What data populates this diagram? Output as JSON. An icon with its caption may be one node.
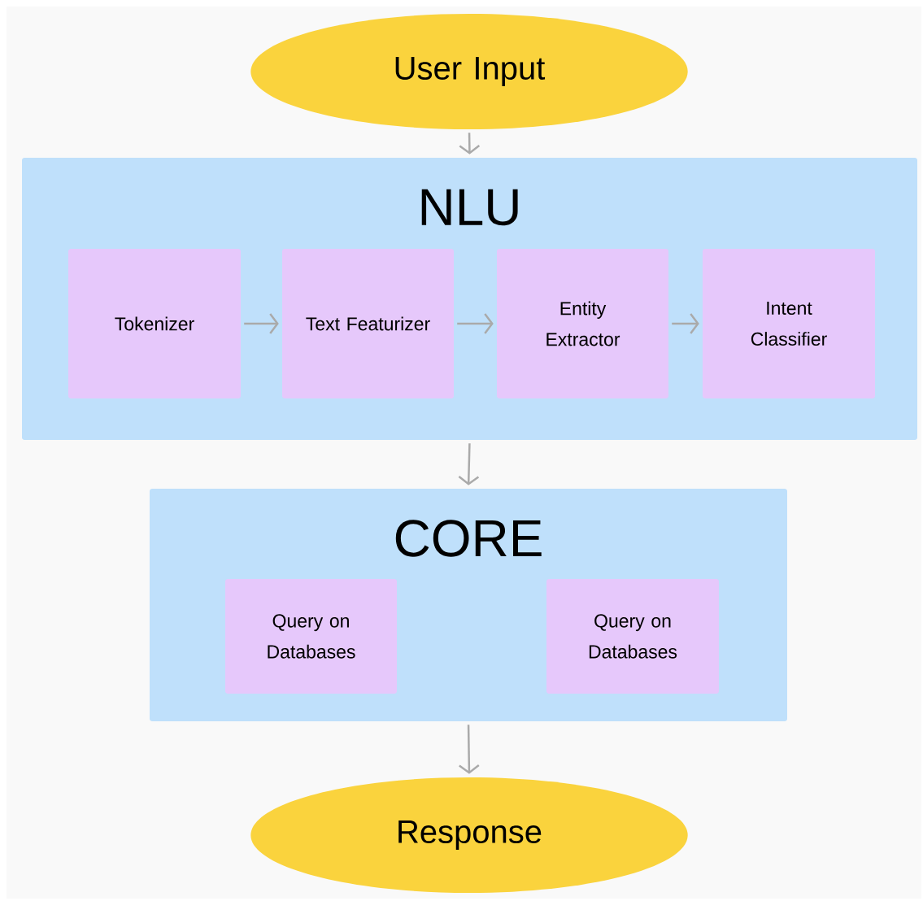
{
  "diagram": {
    "nodes": [
      {
        "text": [
          "User Input"
        ]
      },
      {
        "text": [
          "NLU"
        ]
      },
      {
        "text": [
          "Tokenizer"
        ],
        "in": 1
      },
      {
        "text": [
          "Text Featurizer"
        ],
        "in": 1
      },
      {
        "text": [
          "Entity Extractor"
        ],
        "in": 1
      },
      {
        "text": [
          "Intent Classifier"
        ],
        "in": 1
      },
      {
        "text": [
          "CORE"
        ]
      },
      {
        "text": [
          "Query on Databases"
        ],
        "in": 6
      },
      {
        "text": [
          "Query on Databases"
        ],
        "in": 6
      },
      {
        "text": [
          "Response"
        ]
      }
    ],
    "edges": [
      {
        "from": 0,
        "to": 1,
        "arrow": "to"
      },
      {
        "from": 2,
        "to": 3,
        "arrow": "to"
      },
      {
        "from": 3,
        "to": 4,
        "arrow": "to"
      },
      {
        "from": 4,
        "to": 5,
        "arrow": "to"
      },
      {
        "from": 1,
        "to": 6,
        "arrow": "to"
      },
      {
        "from": 6,
        "to": 9,
        "arrow": "to"
      }
    ]
  }
}
